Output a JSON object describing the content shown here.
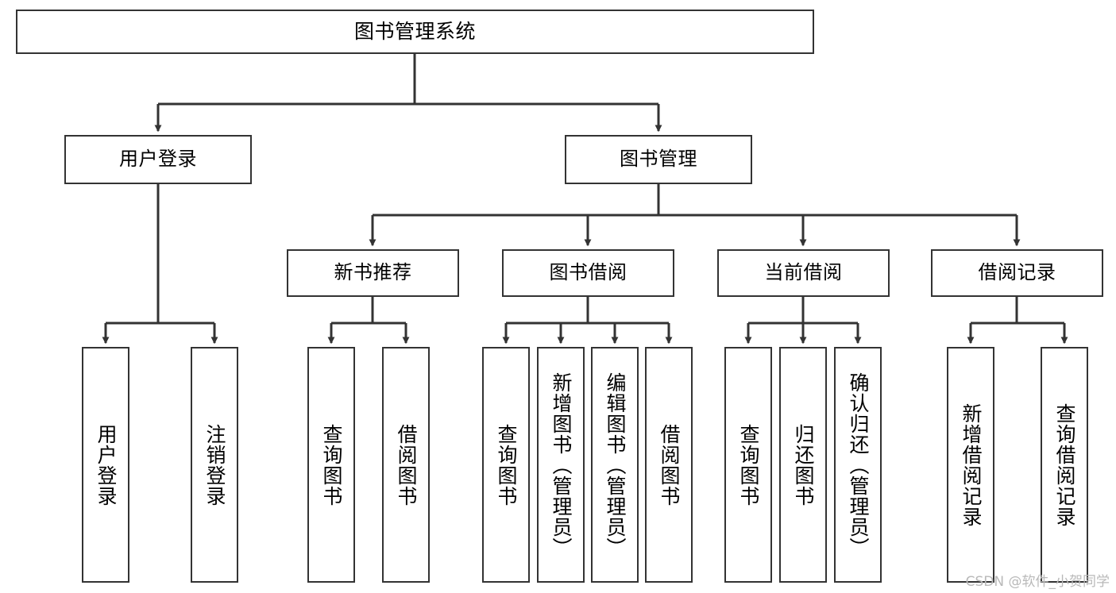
{
  "diagram": {
    "title": "图书管理系统",
    "watermark": "CSDN @软件_小贺同学",
    "line_color": "#333333",
    "box_fill": "#ffffff",
    "text_color": "#000000",
    "watermark_color": "#b9b9b9",
    "nodes": {
      "root": {
        "label": "图书管理系统"
      },
      "level1": [
        {
          "label": "用户登录"
        },
        {
          "label": "图书管理"
        }
      ],
      "level2": [
        {
          "label": "新书推荐"
        },
        {
          "label": "图书借阅"
        },
        {
          "label": "当前借阅"
        },
        {
          "label": "借阅记录"
        }
      ],
      "leaves": {
        "user_login": [
          {
            "label": "用户登录"
          },
          {
            "label": "注销登录"
          }
        ],
        "new_book_recommend": [
          {
            "label": "查询图书"
          },
          {
            "label": "借阅图书"
          }
        ],
        "book_borrow": [
          {
            "label": "查询图书"
          },
          {
            "label": "新增图书（管理员）"
          },
          {
            "label": "编辑图书（管理员）"
          },
          {
            "label": "借阅图书"
          }
        ],
        "current_borrow": [
          {
            "label": "查询图书"
          },
          {
            "label": "归还图书"
          },
          {
            "label": "确认归还（管理员）"
          }
        ],
        "borrow_record": [
          {
            "label": "新增借阅记录"
          },
          {
            "label": "查询借阅记录"
          }
        ]
      }
    }
  }
}
